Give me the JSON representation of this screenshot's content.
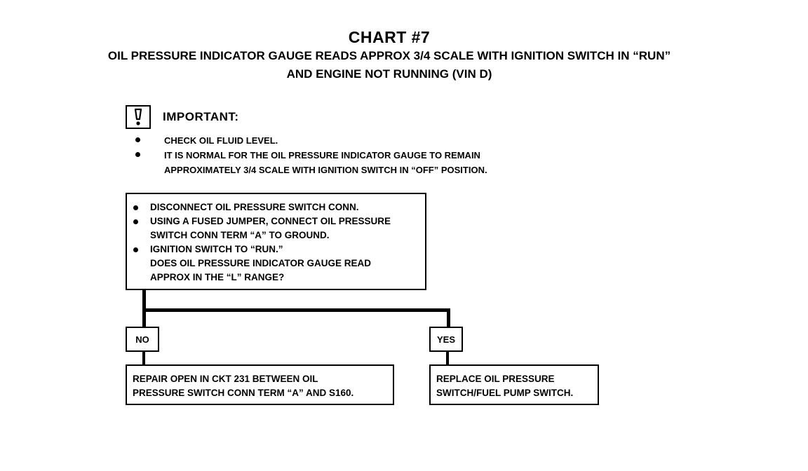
{
  "header": {
    "title": "CHART #7",
    "subtitle_line1": "OIL PRESSURE INDICATOR GAUGE READS APPROX 3/4 SCALE WITH IGNITION SWITCH IN “RUN”",
    "subtitle_line2": "AND ENGINE NOT RUNNING (VIN D)"
  },
  "important": {
    "icon": "exclamation-box-icon",
    "label": "IMPORTANT:",
    "notes": [
      {
        "lines": [
          "CHECK OIL FLUID LEVEL."
        ]
      },
      {
        "lines": [
          "IT IS NORMAL FOR THE OIL PRESSURE INDICATOR GAUGE TO REMAIN",
          "APPROXIMATELY 3/4 SCALE WITH IGNITION SWITCH IN “OFF” POSITION."
        ]
      }
    ]
  },
  "main_step": {
    "items": [
      {
        "lines": [
          "DISCONNECT OIL PRESSURE SWITCH CONN."
        ]
      },
      {
        "lines": [
          "USING A FUSED JUMPER, CONNECT OIL PRESSURE",
          "SWITCH CONN TERM “A” TO GROUND."
        ]
      },
      {
        "lines": [
          "IGNITION SWITCH TO “RUN.”",
          "DOES OIL PRESSURE INDICATOR GAUGE READ",
          "APPROX IN THE “L” RANGE?"
        ]
      }
    ]
  },
  "branches": {
    "no": {
      "label": "NO",
      "result_lines": [
        "REPAIR OPEN IN CKT 231 BETWEEN OIL",
        "PRESSURE SWITCH CONN TERM “A” AND S160."
      ]
    },
    "yes": {
      "label": "YES",
      "result_lines": [
        "REPLACE OIL PRESSURE",
        "SWITCH/FUEL PUMP SWITCH."
      ]
    }
  }
}
